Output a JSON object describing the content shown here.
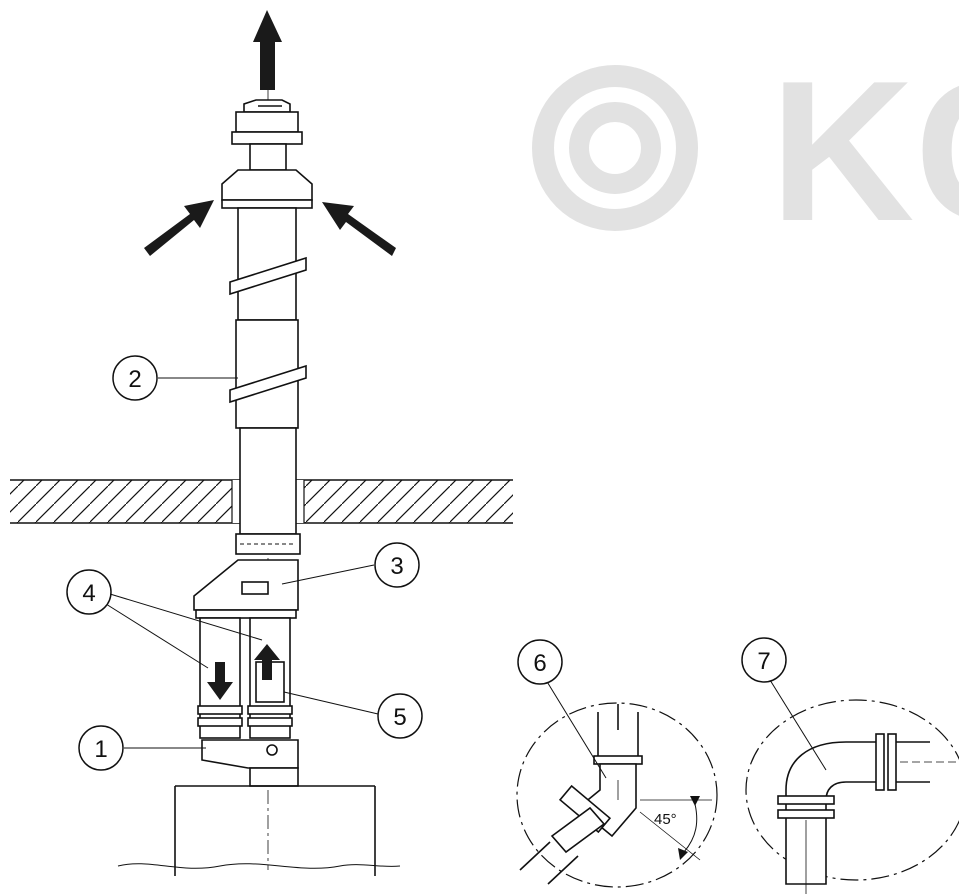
{
  "callouts": [
    {
      "id": "1",
      "label": "1"
    },
    {
      "id": "2",
      "label": "2"
    },
    {
      "id": "3",
      "label": "3"
    },
    {
      "id": "4",
      "label": "4"
    },
    {
      "id": "5",
      "label": "5"
    },
    {
      "id": "6",
      "label": "6"
    },
    {
      "id": "7",
      "label": "7"
    }
  ],
  "angle_label": "45°",
  "watermark": {
    "text": "KC",
    "color": "#e2e2e2"
  },
  "colors": {
    "line": "#111111",
    "arrow": "#1a1a1a",
    "watermark": "#e2e2e2"
  }
}
